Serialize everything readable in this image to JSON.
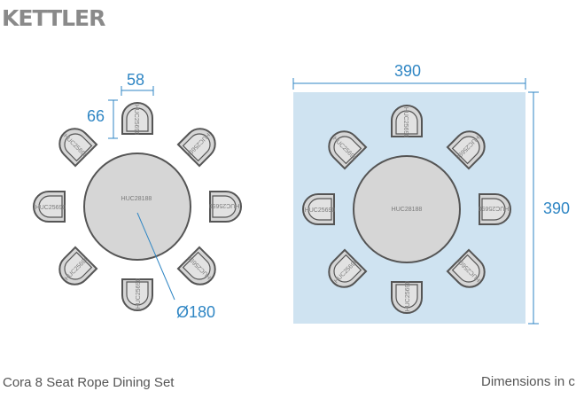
{
  "brand": {
    "name": "KETTLER"
  },
  "caption": "Cora 8 Seat Rope Dining Set",
  "footer_note": "Dimensions in c",
  "colors": {
    "dimension": "#2f86c4",
    "footprint_fill": "#cfe3f1",
    "outline": "#555555",
    "chair_fill": "#d6d6d6",
    "table_fill": "#d6d6d6"
  },
  "left_plan": {
    "chair_width_label": "58",
    "chair_depth_label": "66",
    "table_diameter_label": "Ø180",
    "table_label": "HUC28188",
    "chair_label": "HUC25690"
  },
  "right_plan": {
    "width_label": "390",
    "height_label": "390",
    "table_label": "HUC28188",
    "chair_label": "HUC25690"
  }
}
